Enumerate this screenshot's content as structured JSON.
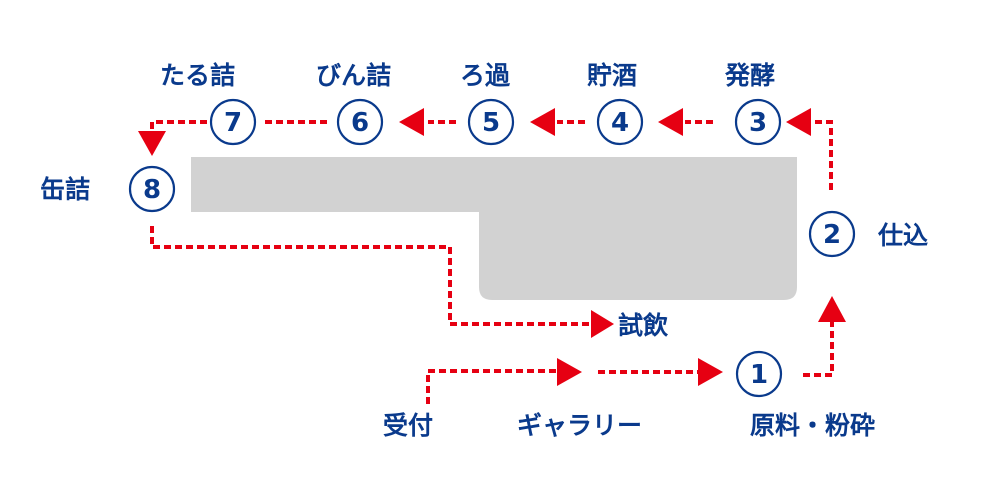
{
  "diagram": {
    "title": "",
    "colors": {
      "text": "#0a3a8c",
      "arrow": "#e60012",
      "room": "#d2d2d2"
    },
    "steps": [
      {
        "num": "1",
        "label": "原料・粉砕"
      },
      {
        "num": "2",
        "label": "仕込"
      },
      {
        "num": "3",
        "label": "発酵"
      },
      {
        "num": "4",
        "label": "貯酒"
      },
      {
        "num": "5",
        "label": "ろ過"
      },
      {
        "num": "6",
        "label": "びん詰"
      },
      {
        "num": "7",
        "label": "たる詰"
      },
      {
        "num": "8",
        "label": "缶詰"
      }
    ],
    "extra_stops": {
      "reception": "受付",
      "gallery": "ギャラリー",
      "tasting": "試飲"
    },
    "route_order": [
      "受付",
      "ギャラリー",
      "1",
      "2",
      "3",
      "4",
      "5",
      "6",
      "7",
      "8",
      "試飲"
    ]
  }
}
